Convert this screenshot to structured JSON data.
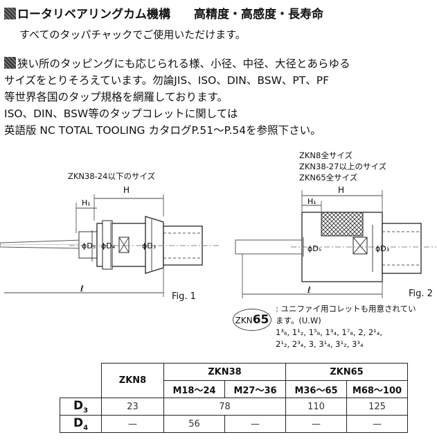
{
  "heading": {
    "title": "ロータリベアリングカム機構",
    "tagline": "高精度・高感度・長寿命"
  },
  "line_tap": "すべてのタッパチャックでご使用いただけます。",
  "paragraph": [
    "狭い所のタッピングにも応じられる様、小径、中径、大径とあらゆる",
    "サイズをとりそろえています。勿論JIS、ISO、DIN、BSW、PT、PF",
    "等世界各国のタップ規格を網羅しております。",
    "ISO、DIN、BSW等のタップコレットに関しては",
    "英語版 NC TOTAL TOOLING カタログP.51～P.54を参照下さい。"
  ],
  "fig1": {
    "caption": "ZKN38-24以下のサイズ",
    "label": "Fig. 1",
    "dims": {
      "h": "H",
      "h1": "H₁",
      "d5": "ϕD₅",
      "d4": "ϕD₄",
      "d3": "ϕD₃",
      "l": "ℓ"
    }
  },
  "fig2": {
    "captions": [
      "ZKN8全サイズ",
      "ZKN38-27以上のサイズ",
      "ZKN65全サイズ"
    ],
    "label": "Fig. 2",
    "dims": {
      "h": "H",
      "h1": "H₁",
      "d5": "ϕD₅",
      "d3": "ϕD₃",
      "l": "ℓ"
    }
  },
  "zkn65_note": {
    "badge_prefix": "ZKN",
    "badge_number": "65",
    "lines": [
      ": ユニファイ用コレットも用意されてい",
      "ます。(U.W)",
      "1³₈, 1¹₂, 1⁵₈, 1³₄, 1⁷₈, 2, 2¹₄,",
      "2¹₂, 2³₄, 3, 3¹₄, 3¹₂, 3³₄"
    ]
  },
  "table": {
    "headers": {
      "zkn8": "ZKN8",
      "zkn38": "ZKN38",
      "zkn65": "ZKN65",
      "sub": [
        "M18～24",
        "M27～36",
        "M36～65",
        "M68～100"
      ]
    },
    "rows": [
      {
        "label": "D",
        "sub": "3",
        "cells": [
          "23",
          "78",
          "110",
          "125"
        ]
      },
      {
        "label": "D",
        "sub": "4",
        "cells": [
          "—",
          "56",
          "—",
          "—",
          "—"
        ]
      }
    ]
  }
}
